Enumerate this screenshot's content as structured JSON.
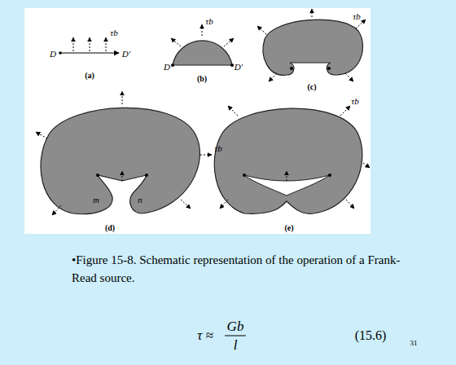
{
  "diagram": {
    "caption": "•Figure 15-8. Schematic representation of the operation of a Frank-Read source.",
    "labels": [
      "τb",
      "D",
      "D′",
      "(a)",
      "τb",
      "D",
      "D′",
      "(b)",
      "τb",
      "(c)",
      "τb",
      "m",
      "n",
      "(d)",
      "τb",
      "(e)",
      "τ ≈",
      "Gb",
      "l",
      "(15.6)",
      "31"
    ]
  }
}
